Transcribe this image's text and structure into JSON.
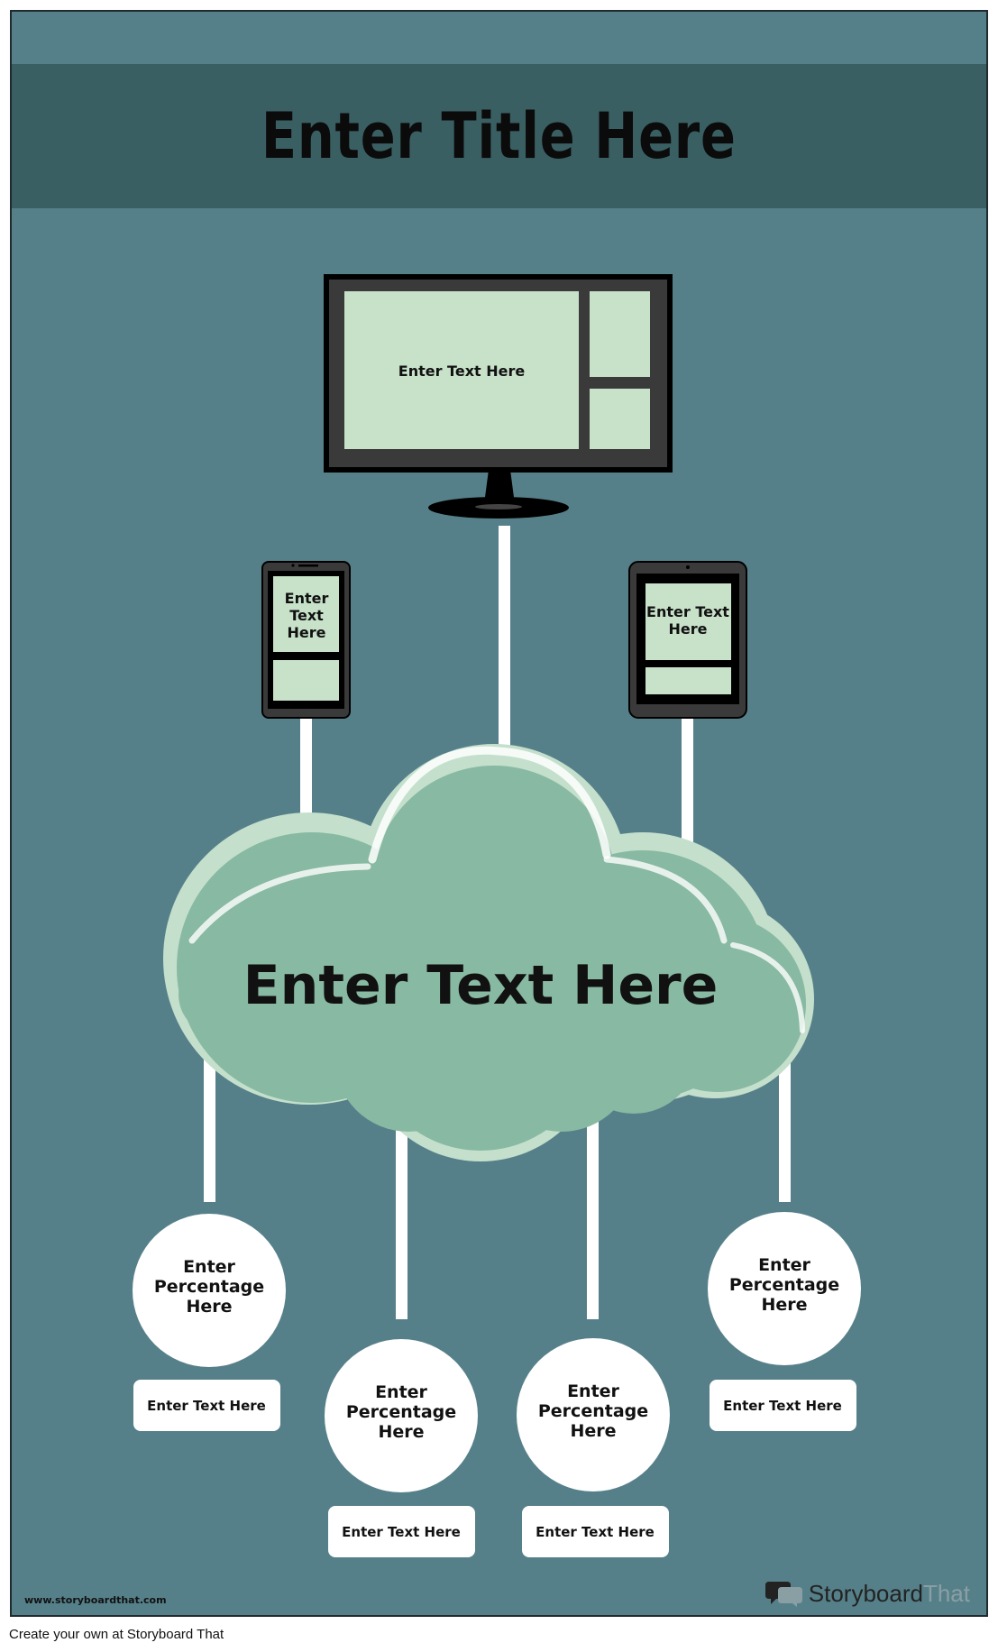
{
  "title": "Enter Title Here",
  "monitor": {
    "text": "Enter Text Here"
  },
  "phone": {
    "line1": "Enter",
    "line2": "Text",
    "line3": "Here"
  },
  "tablet": {
    "line1": "Enter Text",
    "line2": "Here"
  },
  "cloud": {
    "text": "Enter Text Here"
  },
  "stats": [
    {
      "line1": "Enter",
      "line2": "Percentage",
      "line3": "Here",
      "label": "Enter Text Here"
    },
    {
      "line1": "Enter",
      "line2": "Percentage",
      "line3": "Here",
      "label": "Enter Text Here"
    },
    {
      "line1": "Enter",
      "line2": "Percentage",
      "line3": "Here",
      "label": "Enter Text Here"
    },
    {
      "line1": "Enter",
      "line2": "Percentage",
      "line3": "Here",
      "label": "Enter Text Here"
    }
  ],
  "footer": {
    "url": "www.storyboardthat.com",
    "brand_dark": "Storyboard",
    "brand_light": "That",
    "brand_icon": "speech-bubbles-logo"
  },
  "caption": "Create your own at Storyboard That",
  "colors": {
    "background": "#568089",
    "title_band": "#3a5f62",
    "screen_fill": "#c8e2ca",
    "cloud_fill": "#88b9a2",
    "connector": "#ffffff"
  }
}
